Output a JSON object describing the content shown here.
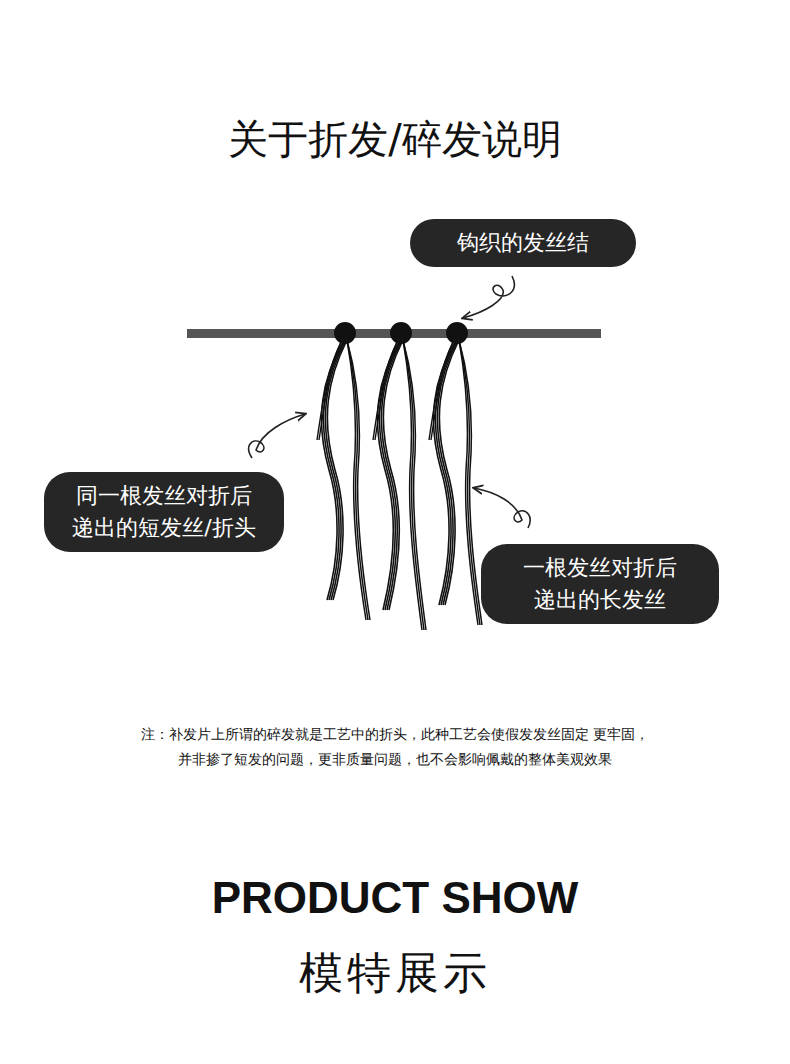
{
  "diagram": {
    "title": "关于折发/碎发说明",
    "nodes": [
      {
        "text": [
          "钩织的发丝结"
        ]
      },
      {
        "text": [
          "同一根发丝对折后 递出的短发丝/折头"
        ]
      },
      {
        "text": [
          "一根发丝对折后 递出的长发丝"
        ]
      }
    ],
    "labels": [
      "注：补发片上所谓的碎发就是工艺中的折头，此种工艺会使假发发丝固定 更牢固，并非掺了短发的问题，更非质量问题，也不会影响佩戴的整体美观效果",
      "PRODUCT SHOW",
      "模特展示"
    ]
  }
}
